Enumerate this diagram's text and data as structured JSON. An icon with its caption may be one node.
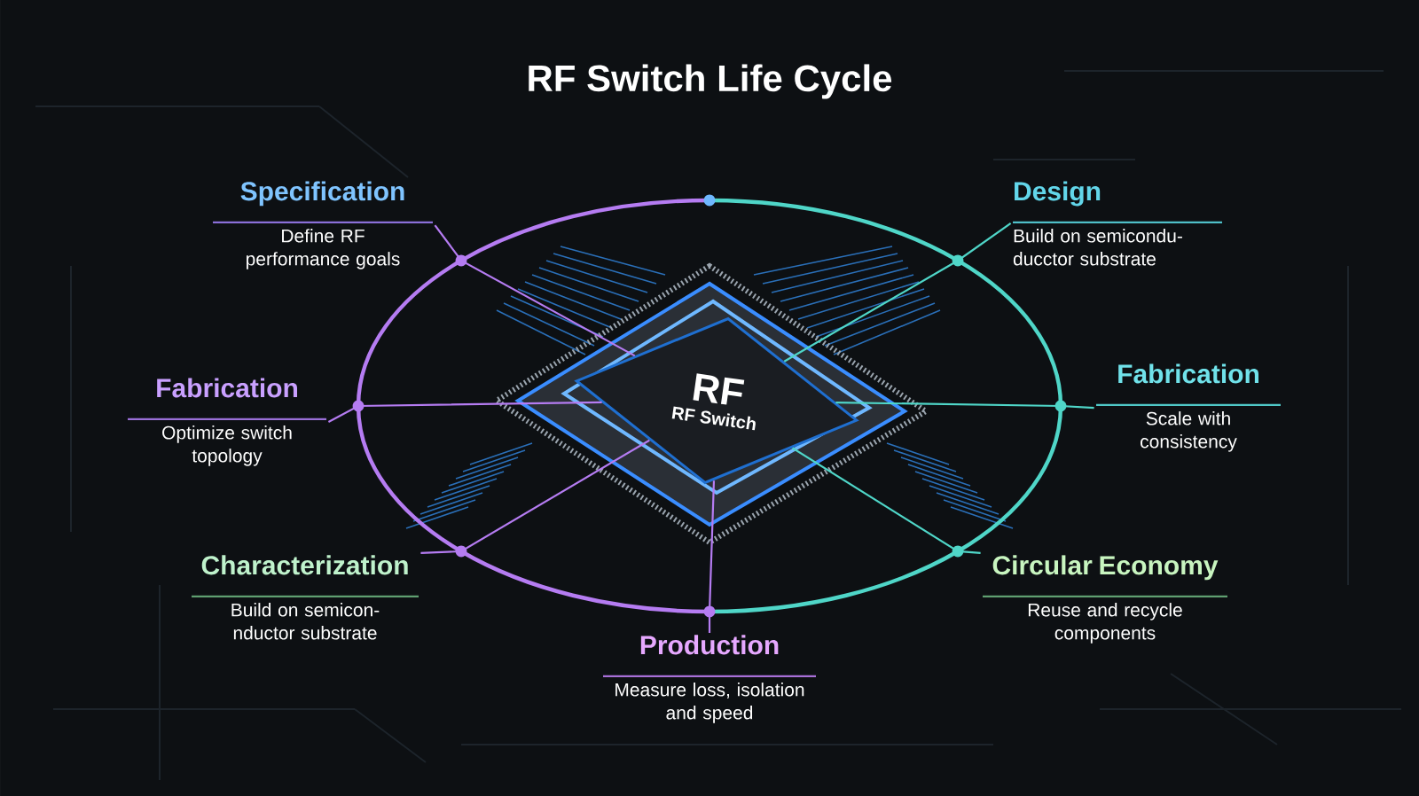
{
  "diagram": {
    "title": "RF Switch Life Cycle",
    "nodes": [
      {
        "text": [
          "RF",
          "RF Switch"
        ]
      },
      {
        "text": [
          "Specification",
          "Define RF performance goals"
        ]
      },
      {
        "text": [
          "Design",
          "Build on semicondu- ducctor substrate"
        ]
      },
      {
        "text": [
          "Fabrication",
          "Optimize switch topology"
        ]
      },
      {
        "text": [
          "Fabrication",
          "Scale with consistency"
        ]
      },
      {
        "text": [
          "Characterization",
          "Build on semicon- nductor substrate"
        ]
      },
      {
        "text": [
          "Circular Economy",
          "Reuse and recycle components"
        ]
      },
      {
        "text": [
          "Production",
          "Measure loss, isolation and speed"
        ]
      }
    ],
    "edges": [
      {
        "from": 1,
        "to": 0,
        "arrow": "none",
        "color": "#b57cf2"
      },
      {
        "from": 2,
        "to": 0,
        "arrow": "none",
        "color": "#4fd6c8"
      },
      {
        "from": 3,
        "to": 0,
        "arrow": "none",
        "color": "#b57cf2"
      },
      {
        "from": 4,
        "to": 0,
        "arrow": "none",
        "color": "#4fd6c8"
      },
      {
        "from": 5,
        "to": 0,
        "arrow": "none",
        "color": "#b57cf2"
      },
      {
        "from": 6,
        "to": 0,
        "arrow": "none",
        "color": "#4fd6c8"
      },
      {
        "from": 7,
        "to": 0,
        "arrow": "none",
        "color": "#b57cf2"
      }
    ]
  }
}
